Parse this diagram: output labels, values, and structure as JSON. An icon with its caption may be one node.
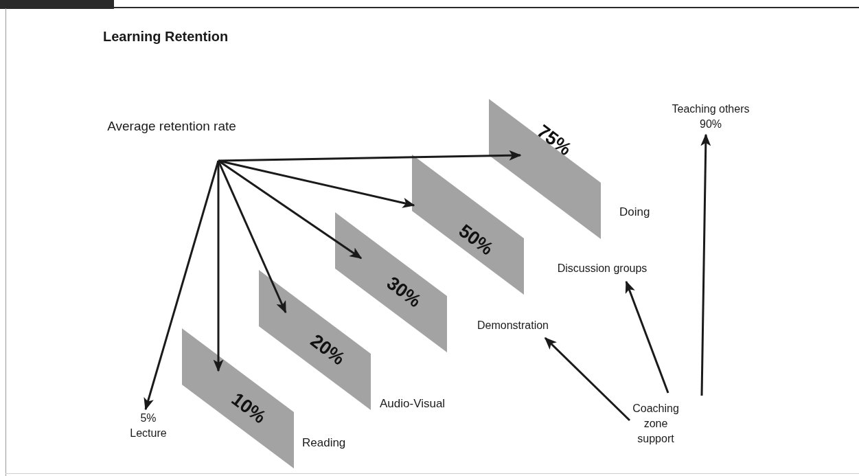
{
  "diagram": {
    "title": "Learning Retention",
    "nodes": [
      {
        "text": [
          "Average retention rate"
        ]
      },
      {
        "text": [
          "5%",
          "Lecture"
        ]
      },
      {
        "text": [
          "10%"
        ],
        "beside": [
          "Reading"
        ]
      },
      {
        "text": [
          "20%"
        ],
        "beside": [
          "Audio-Visual"
        ]
      },
      {
        "text": [
          "30%"
        ]
      },
      {
        "text": [
          "50%"
        ]
      },
      {
        "text": [
          "75%"
        ],
        "beside": [
          "Doing"
        ]
      },
      {
        "text": [
          "Teaching others 90%"
        ]
      },
      {
        "text": [
          "Discussion groups"
        ]
      },
      {
        "text": [
          "Demonstration"
        ]
      },
      {
        "text": [
          "Coaching zone support"
        ]
      }
    ],
    "edges": [
      {
        "from": 0,
        "to": 1,
        "arrow": "to"
      },
      {
        "from": 0,
        "to": 2,
        "arrow": "to"
      },
      {
        "from": 0,
        "to": 3,
        "arrow": "to"
      },
      {
        "from": 0,
        "to": 4,
        "arrow": "to"
      },
      {
        "from": 0,
        "to": 5,
        "arrow": "to"
      },
      {
        "from": 0,
        "to": 6,
        "arrow": "to"
      },
      {
        "from": 10,
        "to": 9,
        "arrow": "to"
      },
      {
        "from": 10,
        "to": 8,
        "arrow": "to"
      },
      {
        "from": 10,
        "to": 7,
        "arrow": "to"
      }
    ]
  }
}
